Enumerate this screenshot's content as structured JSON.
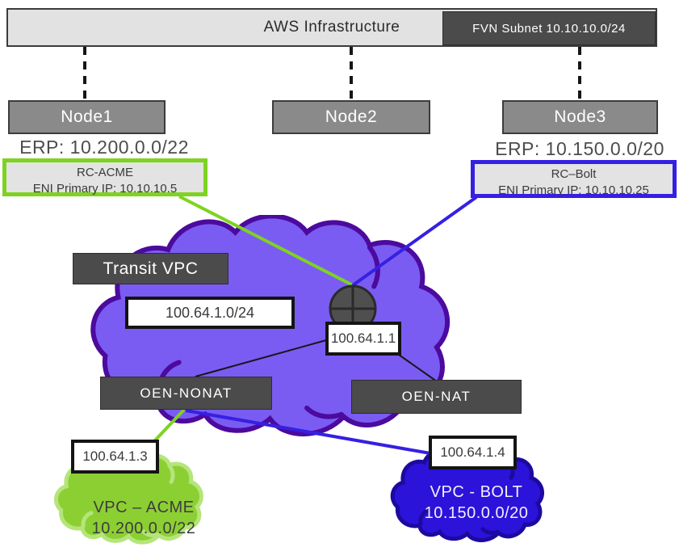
{
  "title_bar": {
    "label": "AWS Infrastructure",
    "subnet_badge": "FVN Subnet 10.10.10.0/24"
  },
  "nodes": [
    {
      "label": "Node1",
      "erp": "ERP: 10.200.0.0/22"
    },
    {
      "label": "Node2"
    },
    {
      "label": "Node3",
      "erp": "ERP: 10.150.0.0/20"
    }
  ],
  "route_cards": {
    "acme": {
      "title": "RC-ACME",
      "detail": "ENI Primary IP: 10.10.10.5",
      "border_color": "#7ed321"
    },
    "bolt": {
      "title": "RC–Bolt",
      "detail": "ENI Primary IP: 10.10.10.25",
      "border_color": "#3520e2"
    }
  },
  "transit_vpc": {
    "label": "Transit VPC",
    "subnet": "100.64.1.0/24",
    "gateway_ip": "100.64.1.1",
    "routers": [
      {
        "label": "OEN-NONAT"
      },
      {
        "label": "OEN-NAT"
      }
    ],
    "acme_attach_ip": "100.64.1.3",
    "bolt_attach_ip": "100.64.1.4",
    "cloud_fill": "#7a5cf2",
    "cloud_border": "#4c0a9e"
  },
  "vpcs": {
    "acme": {
      "line1": "VPC – ACME",
      "line2": "10.200.0.0/22",
      "fill": "#8ccf33"
    },
    "bolt": {
      "line1": "VPC - BOLT",
      "line2": "10.150.0.0/20",
      "fill": "#2b13d9"
    }
  },
  "colors": {
    "acme_accent": "#7ed321",
    "bolt_accent": "#3520e2",
    "box_dark": "#4b4b4b",
    "box_gray": "#8a8a8a"
  }
}
